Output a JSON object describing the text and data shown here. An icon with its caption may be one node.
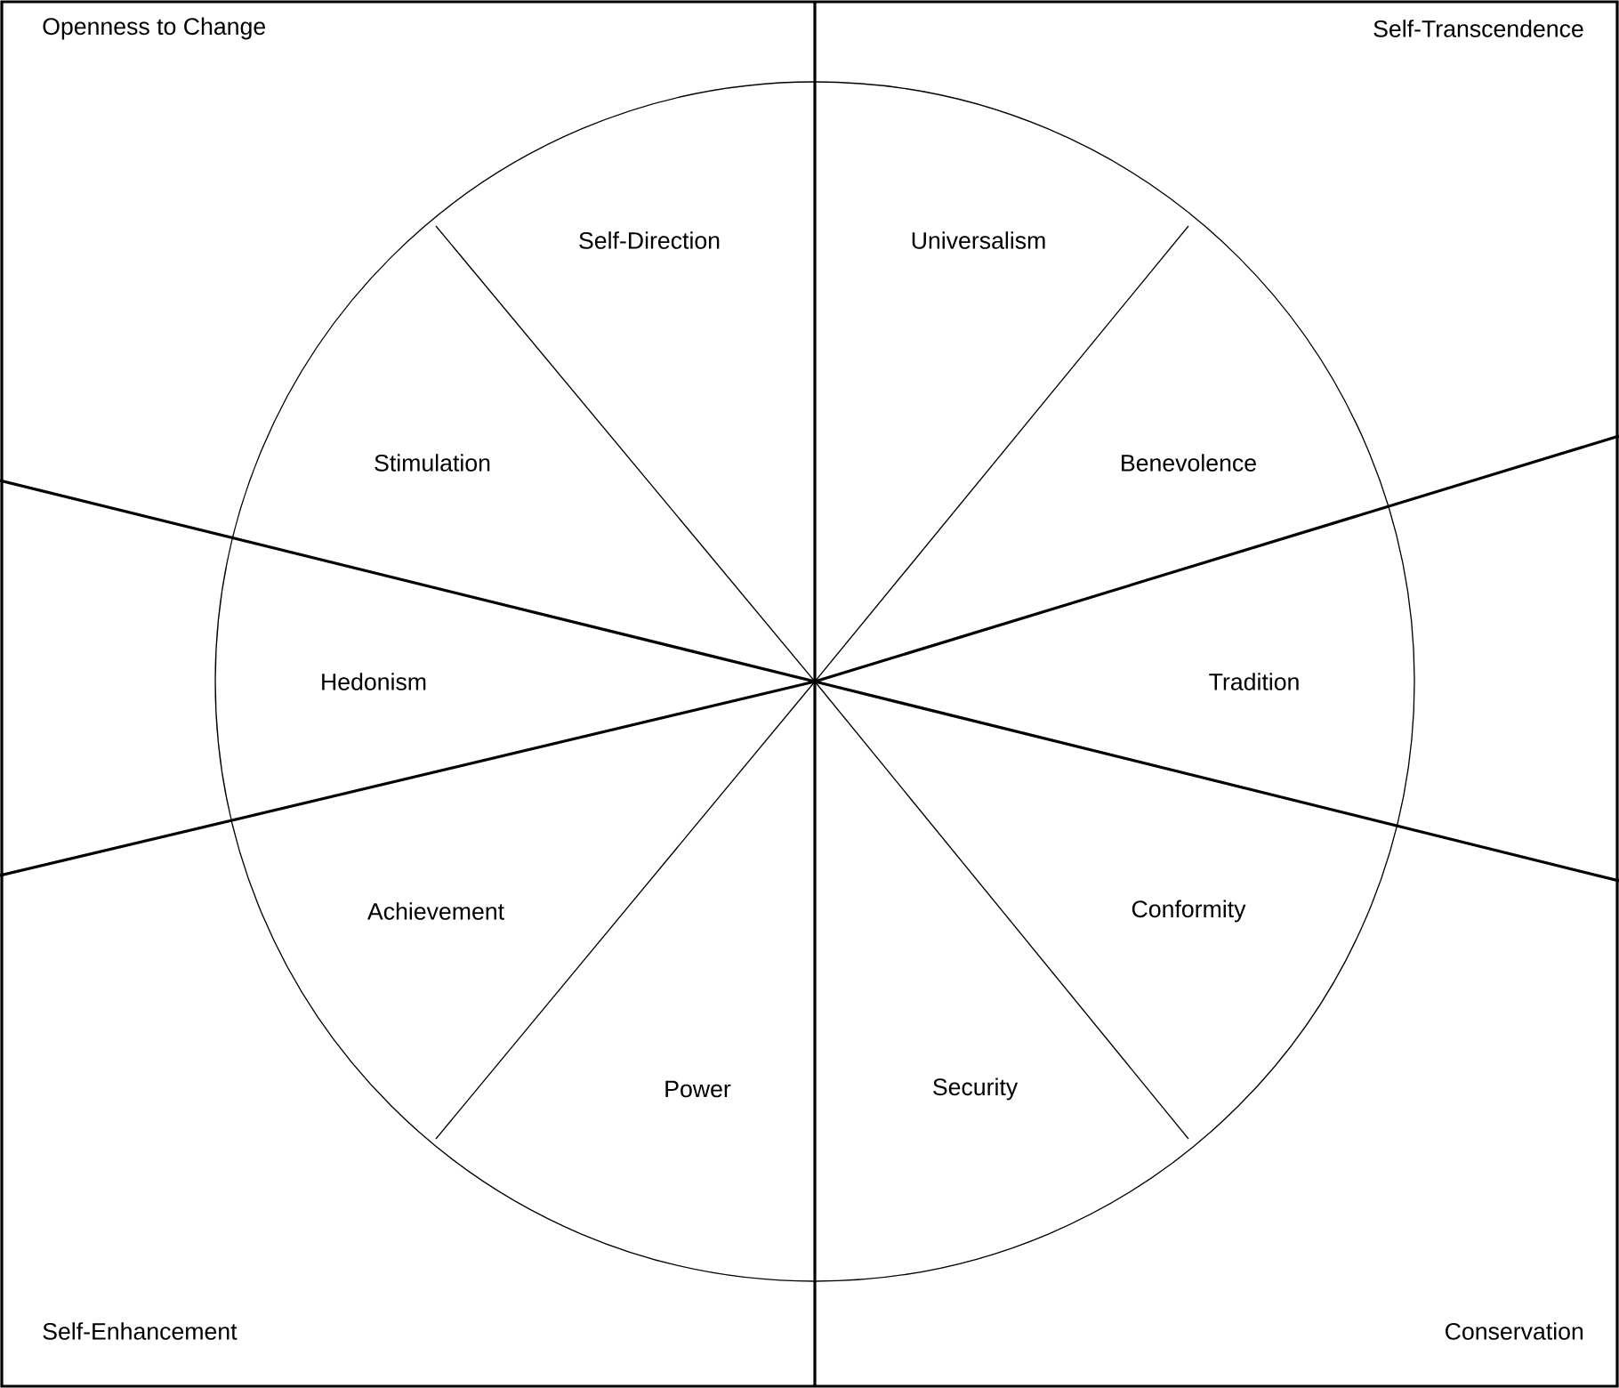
{
  "diagram": {
    "labels": [
      "Openness to Change",
      "Self-Transcendence",
      "Self-Direction",
      "Universalism",
      "Stimulation",
      "Benevolence",
      "Hedonism",
      "Tradition",
      "Achievement",
      "Conformity",
      "Power",
      "Security",
      "Self-Enhancement",
      "Conservation"
    ]
  }
}
